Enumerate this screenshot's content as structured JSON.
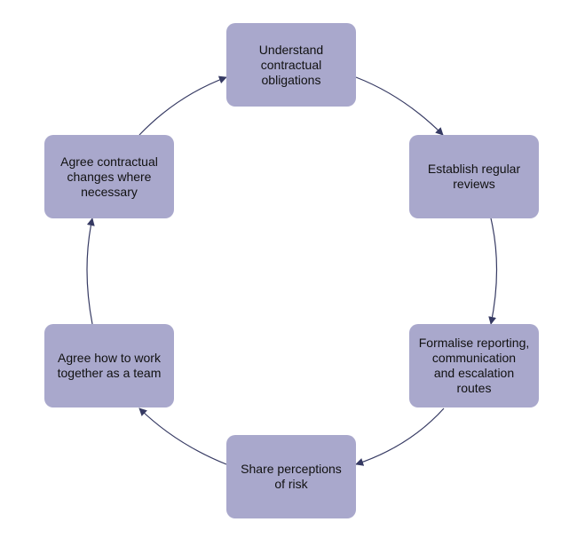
{
  "colors": {
    "node_fill": "#a9a8cc",
    "arrow": "#363a63",
    "text": "#111111",
    "background": "#ffffff"
  },
  "diagram": {
    "type": "cycle",
    "nodes": [
      {
        "id": "understand-obligations",
        "label": "Understand\ncontractual\nobligations"
      },
      {
        "id": "establish-reviews",
        "label": "Establish regular\nreviews"
      },
      {
        "id": "formalise-reporting",
        "label": "Formalise reporting,\ncommunication\nand escalation\nroutes"
      },
      {
        "id": "share-risk",
        "label": "Share perceptions\nof risk"
      },
      {
        "id": "agree-teamwork",
        "label": "Agree how to work\ntogether as a team"
      },
      {
        "id": "agree-changes",
        "label": "Agree contractual\nchanges where\nnecessary"
      }
    ],
    "edges": [
      {
        "from": "understand-obligations",
        "to": "establish-reviews"
      },
      {
        "from": "establish-reviews",
        "to": "formalise-reporting"
      },
      {
        "from": "formalise-reporting",
        "to": "share-risk"
      },
      {
        "from": "share-risk",
        "to": "agree-teamwork"
      },
      {
        "from": "agree-teamwork",
        "to": "agree-changes"
      },
      {
        "from": "agree-changes",
        "to": "understand-obligations"
      }
    ]
  }
}
